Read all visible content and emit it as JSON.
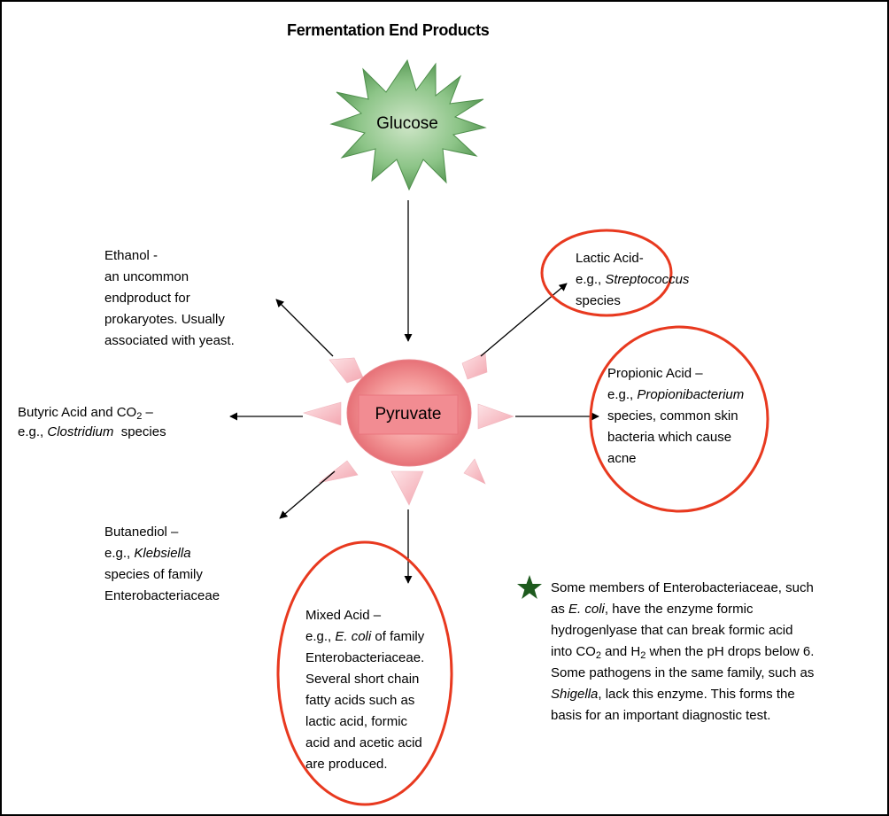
{
  "title": "Fermentation End Products",
  "nodes": {
    "glucose": "Glucose",
    "pyruvate": "Pyruvate"
  },
  "products": {
    "ethanol": {
      "lines": [
        "Ethanol -",
        "an uncommon",
        "endproduct for",
        "prokaryotes.  Usually",
        "associated with yeast."
      ]
    },
    "lactic": {
      "line1": "Lactic Acid-",
      "eg": "e.g., ",
      "organism": "Streptococcus",
      "line3": "species"
    },
    "propionic": {
      "line1": "Propionic Acid –",
      "eg": "e.g., ",
      "organism": "Propionibacterium",
      "lines": [
        "species, common skin",
        "bacteria which cause",
        "acne"
      ]
    },
    "butyric": {
      "line1a": "Butyric Acid and CO",
      "sub": "2",
      "line1b": " –",
      "eg": "e.g., ",
      "organism": "Clostridium",
      "tail": "  species"
    },
    "butanediol": {
      "line1": "Butanediol –",
      "eg": "e.g., ",
      "organism": "Klebsiella",
      "lines": [
        "species of family",
        "Enterobacteriaceae"
      ]
    },
    "mixed": {
      "line1": "Mixed Acid –",
      "eg": "e.g., ",
      "organism": "E. coli",
      "tail": " of family",
      "lines": [
        "Enterobacteriaceae.",
        "Several short chain",
        "fatty acids such as",
        "lactic acid, formic",
        "acid and acetic acid",
        "are produced."
      ]
    }
  },
  "note": {
    "l1": "Some members of Enterobacteriaceae, such",
    "l2a": "as ",
    "l2i": "E. coli",
    "l2b": ", have the enzyme formic",
    "l3": "hydrogenlyase that can break formic acid",
    "l4a": "into CO",
    "l4s1": "2",
    "l4b": " and H",
    "l4s2": "2",
    "l4c": " when the pH drops below 6.",
    "l5": "Some pathogens in the same family, such as",
    "l6i": "Shigella",
    "l6b": ", lack this enzyme.  This forms the",
    "l7": "basis for an important diagnostic test."
  },
  "colors": {
    "highlight_circle": "#e8391f",
    "starburst_green": "#7fb87a",
    "pyruvate_pink": "#f07c84",
    "note_star": "#1e5a1e"
  }
}
